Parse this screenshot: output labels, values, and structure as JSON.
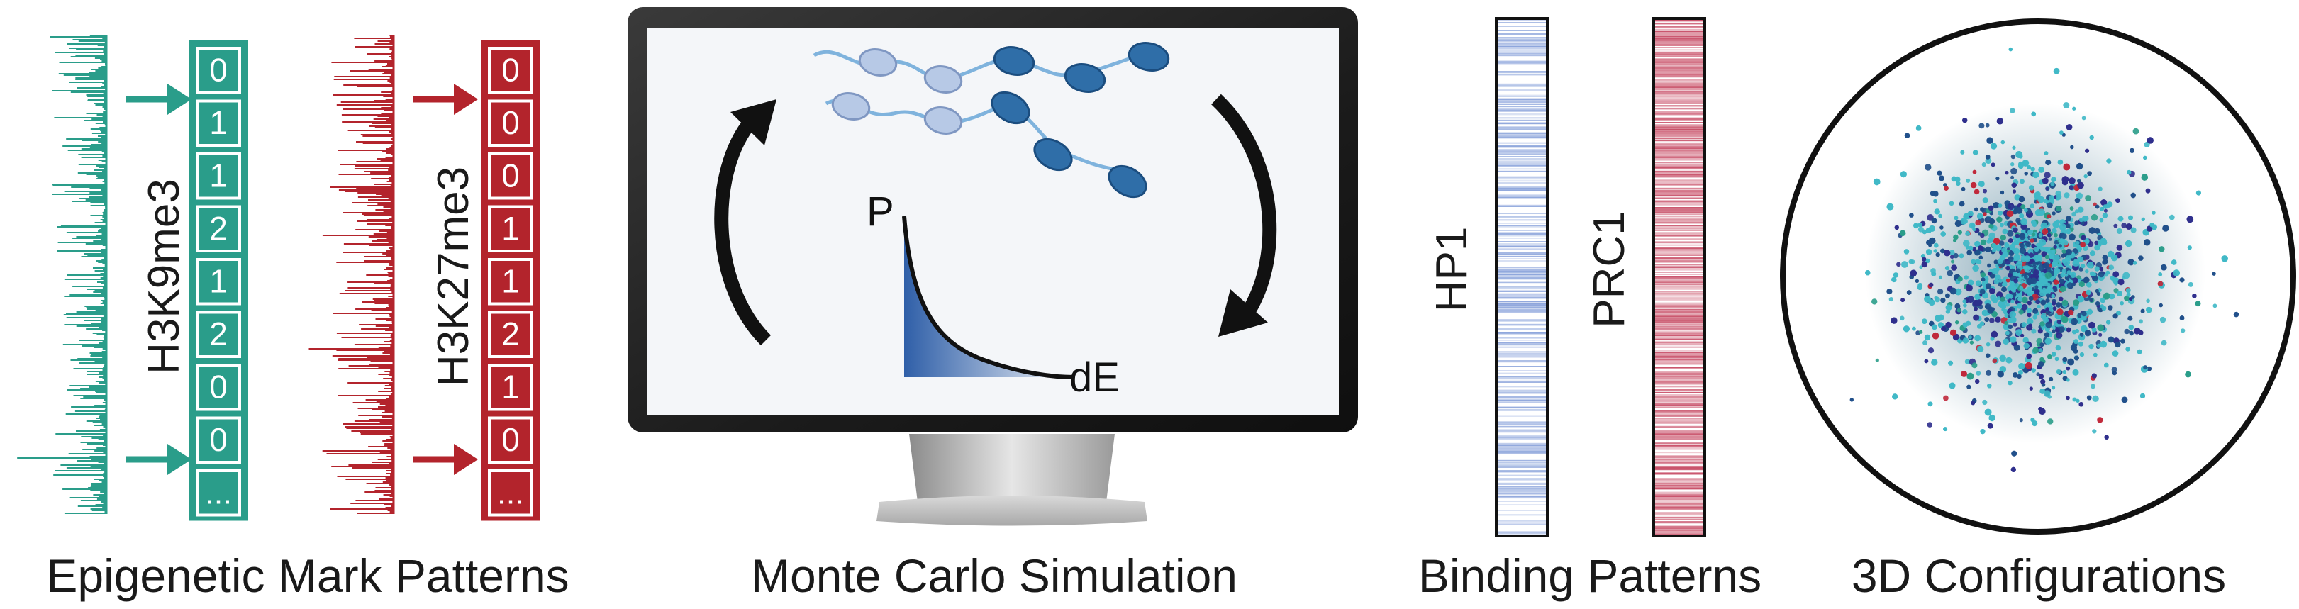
{
  "panels": {
    "epigenetic": {
      "caption": "Epigenetic Mark Patterns",
      "marks": [
        {
          "label": "H3K9me3",
          "color": "#2a9d8a",
          "values": [
            "0",
            "1",
            "1",
            "2",
            "1",
            "2",
            "0",
            "0",
            "..."
          ]
        },
        {
          "label": "H3K27me3",
          "color": "#b3242c",
          "values": [
            "0",
            "0",
            "0",
            "1",
            "1",
            "2",
            "1",
            "0",
            "..."
          ]
        }
      ]
    },
    "monte_carlo": {
      "caption": "Monte Carlo Simulation",
      "plot_y_label": "P",
      "plot_x_label": "dE",
      "arrow_color": "#111111",
      "gradient_color": "#2f5fa8"
    },
    "binding": {
      "caption": "Binding Patterns",
      "tracks": [
        {
          "label": "HP1",
          "color": "#8ea6dc"
        },
        {
          "label": "PRC1",
          "color": "#c9536b"
        }
      ]
    },
    "configurations": {
      "caption": "3D Configurations",
      "bead_colors": [
        "#3fb8c7",
        "#1f4f8a",
        "#2e2e8c",
        "#c0283a",
        "#2a9d8a"
      ]
    }
  }
}
